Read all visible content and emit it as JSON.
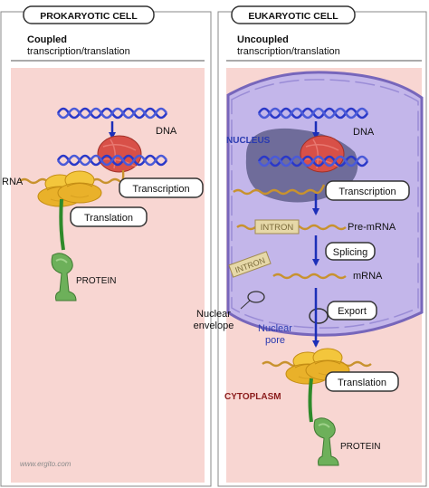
{
  "watermark": "www.ergito.com",
  "prokaryote": {
    "header": "PROKARYOTIC CELL",
    "mode": "Coupled",
    "mode_detail": "transcription/translation",
    "labels": {
      "dna": "DNA",
      "rna": "RNA",
      "transcription": "Transcription",
      "translation": "Translation",
      "protein": "PROTEIN"
    }
  },
  "eukaryote": {
    "header": "EUKARYOTIC CELL",
    "mode": "Uncoupled",
    "mode_detail": "transcription/translation",
    "labels": {
      "nucleus": "NUCLEUS",
      "dna": "DNA",
      "transcription": "Transcription",
      "intron": "INTRON",
      "pre_mrna": "Pre-mRNA",
      "splicing": "Splicing",
      "intron_removed": "INTRON",
      "mrna": "mRNA",
      "nuclear_envelope_line1": "Nuclear",
      "nuclear_envelope_line2": "envelope",
      "export": "Export",
      "nuclear_pore_line1": "Nuclear",
      "nuclear_pore_line2": "pore",
      "translation": "Translation",
      "cytoplasm": "CYTOPLASM",
      "protein": "PROTEIN"
    }
  },
  "colors": {
    "cell_fill": "#f8d6d2",
    "nucleus_fill": "#c3b6ea",
    "nucleus_border": "#7766bb",
    "nucleolus": "#6f6c9a",
    "dna": "#2a38c8",
    "rna": "#c8922e",
    "polymerase": "#d85048",
    "ribosome": "#f0bc30",
    "protein": "#6db05a",
    "arrow": "#1c2fb8",
    "nucleus_label": "#2a3ab0",
    "cytoplasm_label": "#8b1c1c"
  }
}
